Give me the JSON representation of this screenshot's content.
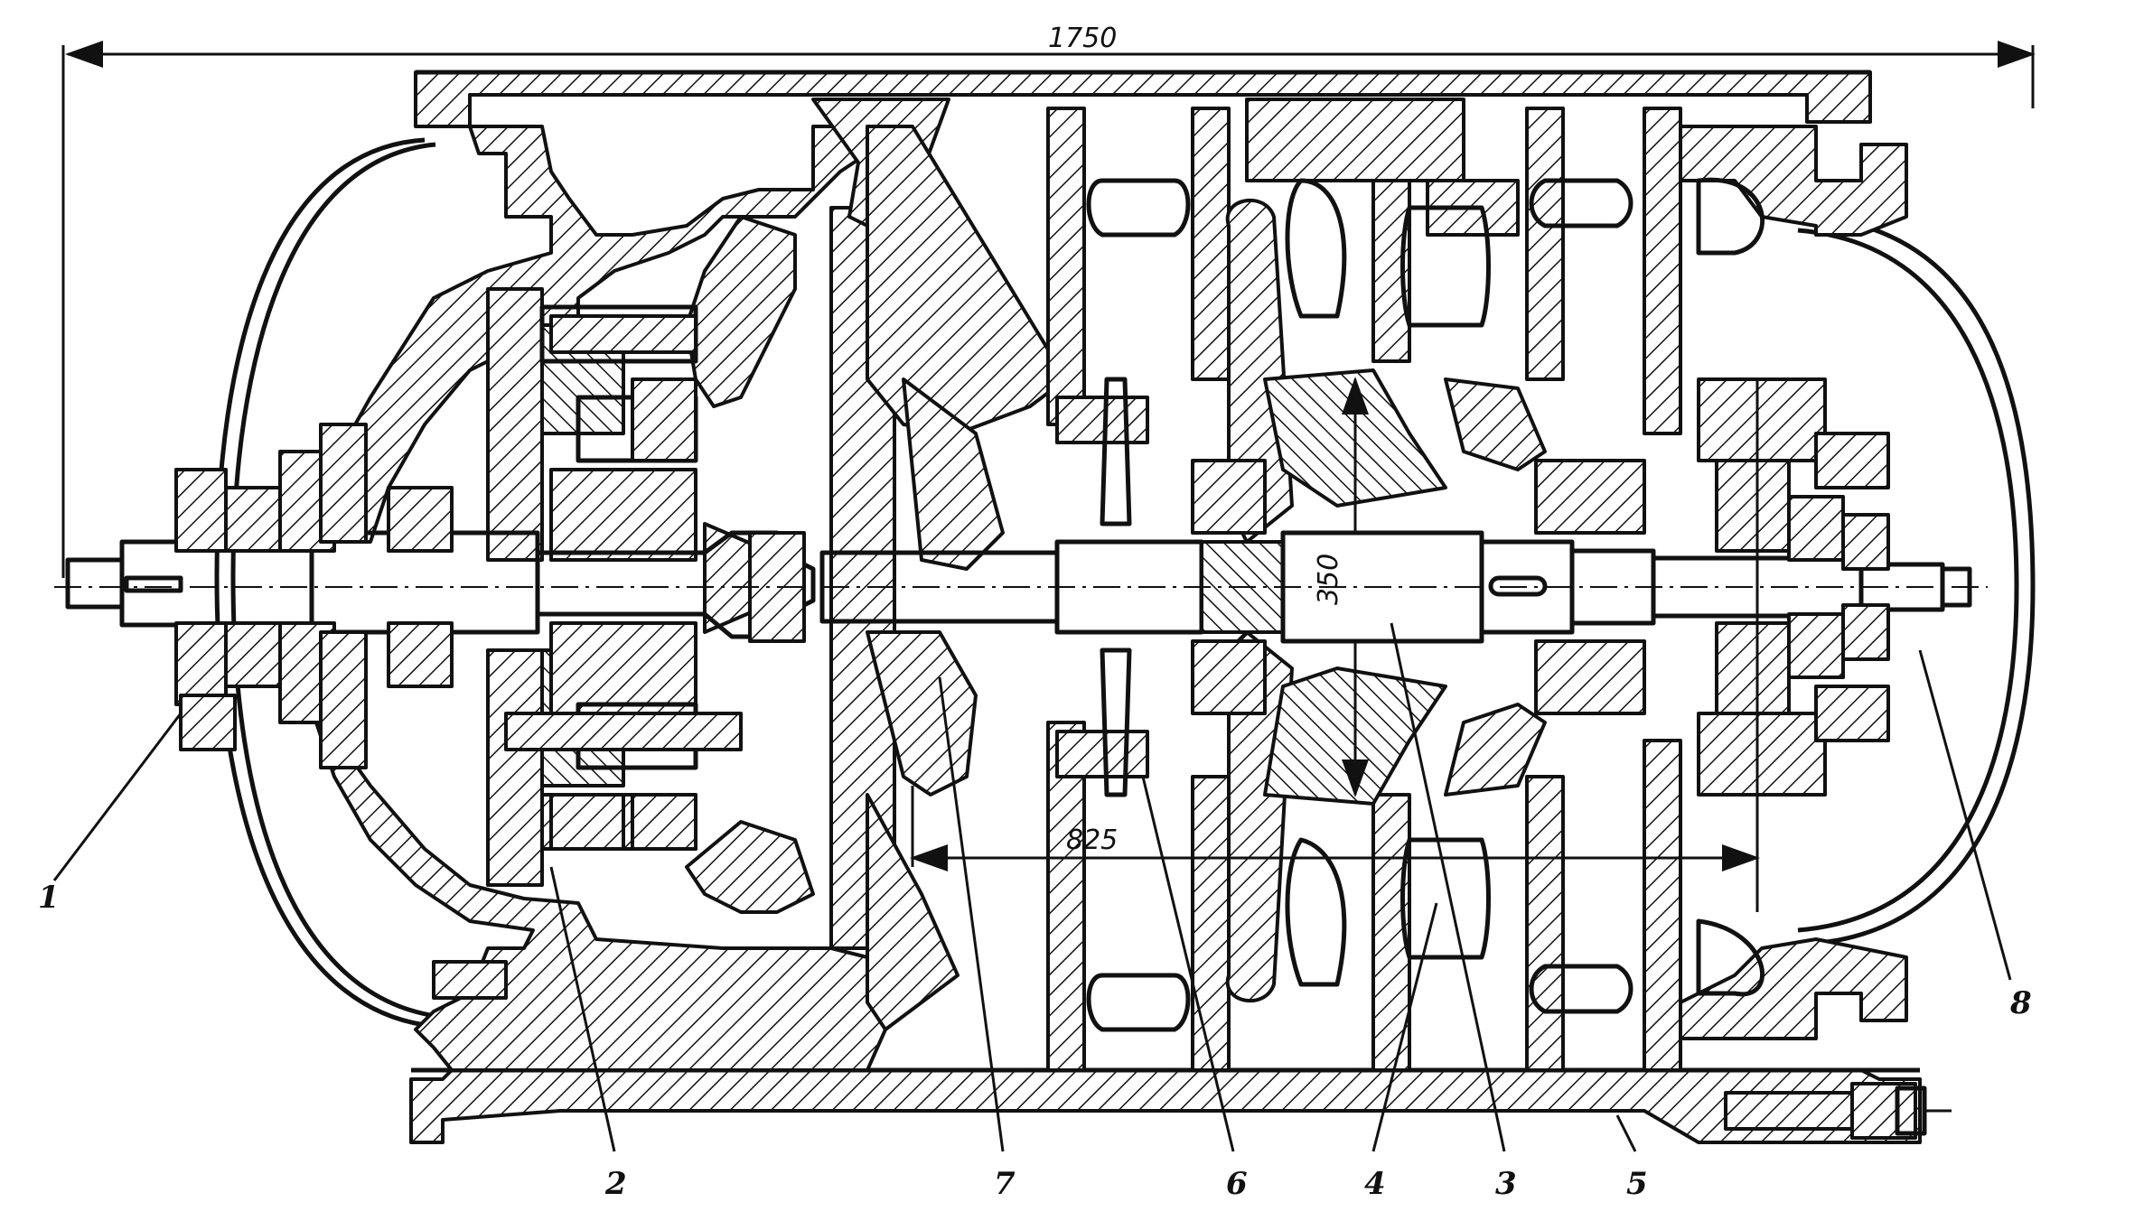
{
  "dimensions": {
    "overall_length": "1750",
    "rotor_diameter": "825",
    "shaft_diameter": "350"
  },
  "labels": {
    "p1": "1",
    "p2": "2",
    "p3": "3",
    "p4": "4",
    "p5": "5",
    "p6": "6",
    "p7": "7",
    "p8": "8"
  }
}
